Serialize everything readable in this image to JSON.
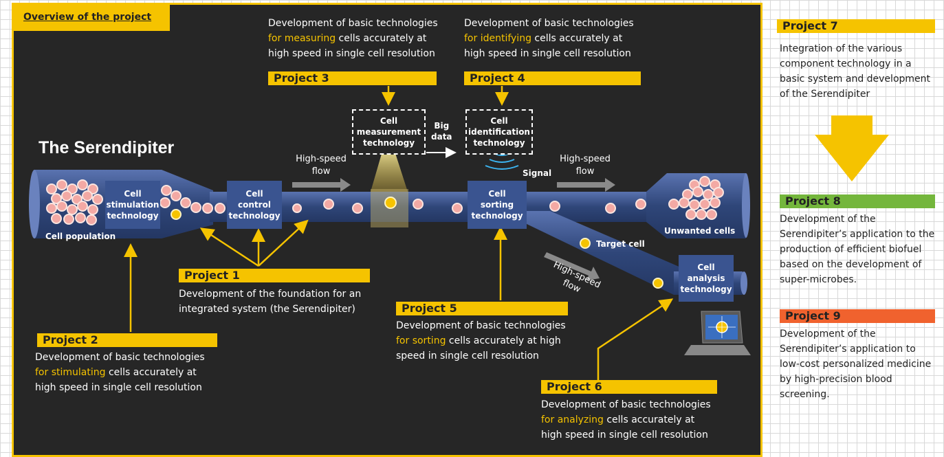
{
  "overview_tab": "Overview of the project",
  "system_title": "The Serendipiter",
  "projects": {
    "p1": {
      "label": "Project 1",
      "desc_line1": "Development of the foundation for an",
      "desc_line2": "integrated system (the Serendipiter)"
    },
    "p2": {
      "label": "Project 2",
      "desc_line1": "Development of basic technologies",
      "hl": "for stimulating",
      "desc_line2_rest": " cells accurately at",
      "desc_line3": "high speed in single cell resolution"
    },
    "p3": {
      "label": "Project 3",
      "desc_line1": "Development of basic technologies",
      "hl": "for measuring",
      "desc_line2_rest": " cells accurately at",
      "desc_line3": "high speed in single cell resolution"
    },
    "p4": {
      "label": "Project 4",
      "desc_line1": "Development of basic technologies",
      "hl": "for identifying",
      "desc_line2_rest": " cells accurately at",
      "desc_line3": "high speed in single cell resolution"
    },
    "p5": {
      "label": "Project 5",
      "desc_line1": "Development of basic technologies",
      "hl": "for sorting",
      "desc_line2_rest": " cells accurately at high",
      "desc_line3": "speed in single cell resolution"
    },
    "p6": {
      "label": "Project 6",
      "desc_line1": "Development of basic technologies",
      "hl": "for analyzing",
      "desc_line2_rest": " cells accurately at",
      "desc_line3": "high speed in single cell resolution"
    },
    "p7": {
      "label": "Project 7",
      "lines": [
        "Integration of the various",
        "component technology in a",
        "basic system and development",
        "of the Serendipiter"
      ]
    },
    "p8": {
      "label": "Project 8",
      "lines": [
        "Development of the",
        "Serendipiter’s application to the",
        "production of efficient biofuel",
        "based on the development of",
        "super-microbes."
      ]
    },
    "p9": {
      "label": "Project 9",
      "lines": [
        "Development of the",
        "Serendipiter’s application to",
        "low-cost personalized medicine",
        "by high-precision blood",
        "screening."
      ]
    }
  },
  "diagram": {
    "cell_population": "Cell population",
    "stimulation": [
      "Cell",
      "stimulation",
      "technology"
    ],
    "control": [
      "Cell",
      "control",
      "technology"
    ],
    "measurement": [
      "Cell",
      "measurement",
      "technology"
    ],
    "identification": [
      "Cell",
      "identification",
      "technology"
    ],
    "sorting": [
      "Cell",
      "sorting",
      "technology"
    ],
    "analysis": [
      "Cell",
      "analysis",
      "technology"
    ],
    "big_data": [
      "Big",
      "data"
    ],
    "high_speed_flow": [
      "High-speed",
      "flow"
    ],
    "signal": "Signal",
    "unwanted_cells": "Unwanted cells",
    "target_cell": "Target cell"
  },
  "colors": {
    "yellow": "#f5c300",
    "green": "#74b63c",
    "orange": "#f0622e",
    "panel": "#262626",
    "tube": "#3a5490"
  }
}
